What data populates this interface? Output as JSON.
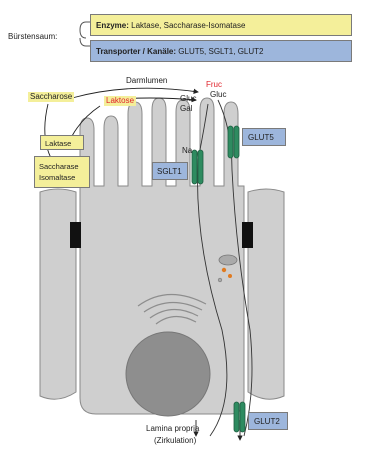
{
  "brush_border": "Bürstensaum:",
  "enzyme_box": {
    "prefix": "Enzyme:",
    "items": "Laktase, Saccharase-Isomatase"
  },
  "transporter_box": {
    "prefix": "Transporter / Kanäle:",
    "items": "GLUT5, SGLT1, GLUT2"
  },
  "lumen": "Darmlumen",
  "saccharose": "Saccharose",
  "laktose": "Laktose",
  "fruc": "Fruc",
  "gluc_top": "Gluc",
  "gluc_left": "Gluc",
  "gal": "Gal",
  "na": "Na",
  "laktase": "Laktase",
  "saccharase_line1": "Saccharase",
  "saccharase_line2": "Isomaltase",
  "sglt1": "SGLT1",
  "glut5": "GLUT5",
  "glut2": "GLUT2",
  "lamina_line1": "Lamina propria",
  "lamina_line2": "(Zirkulation)",
  "colors": {
    "enzyme_yellow": "#f4ef9a",
    "transporter_blue": "#9db6dc",
    "channel_green": "#2e8b60",
    "cell_gray": "#cfcfcf",
    "fruc_red": "#e0232b",
    "ersatz_orange": "#e07a1f"
  }
}
